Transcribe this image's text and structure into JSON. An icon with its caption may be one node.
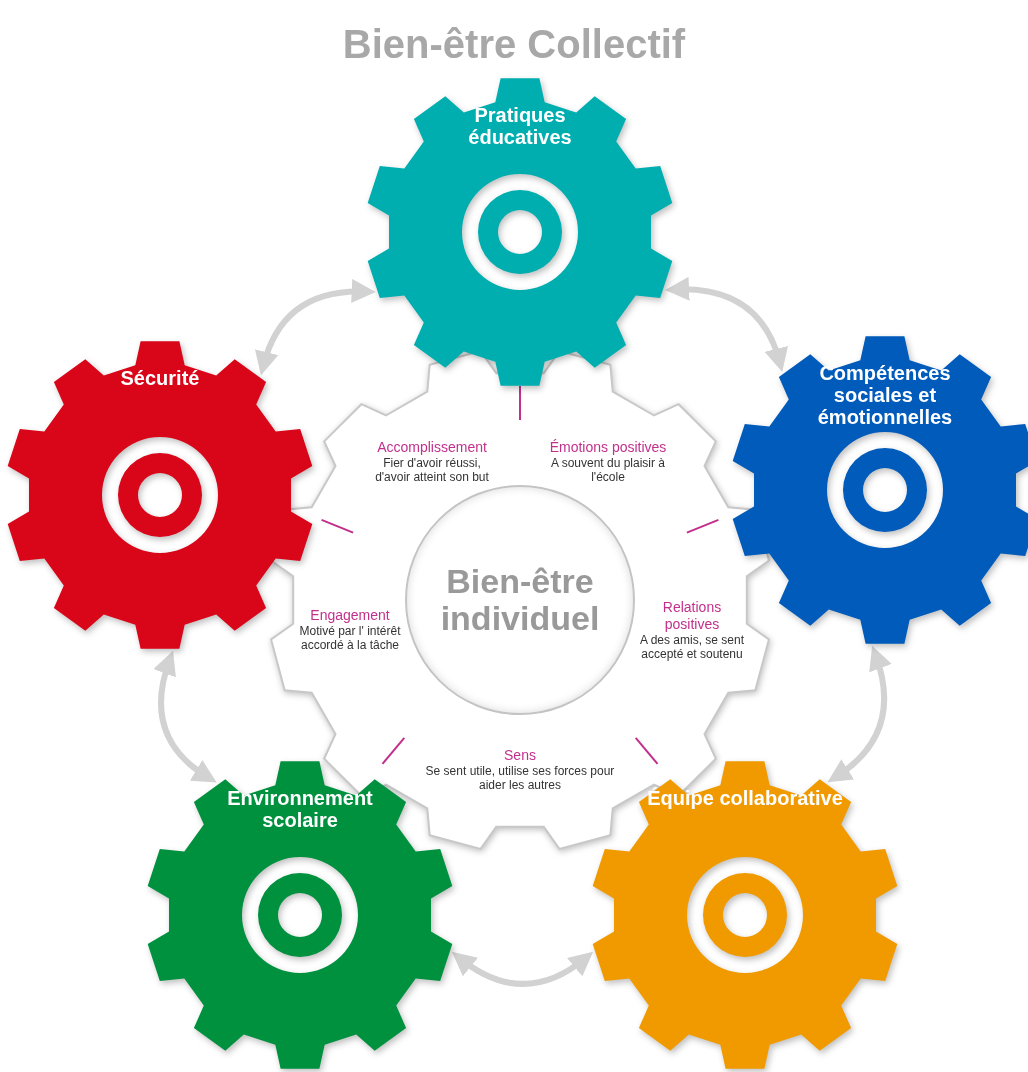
{
  "diagram": {
    "title": "Bien-être Collectif",
    "nodes": [
      {
        "text": [
          "Pratiques éducatives"
        ]
      },
      {
        "text": [
          "Sécurité"
        ]
      },
      {
        "text": [
          "Compétences sociales et émotionnelles"
        ]
      },
      {
        "text": [
          "Accomplissement",
          "Fier d'avoir réussi, d'avoir atteint son but",
          "Émotions positives",
          "A souvent du plaisir à l'école",
          "Relations positives",
          "A des amis, se sent accepté et soutenu",
          "Sens",
          "Se sent utile, utilise ses forces pour aider les autres",
          "Engagement",
          "Motivé par l' intérêt accordé à la tâche"
        ]
      },
      {
        "text": [
          "Bien-être individuel"
        ],
        "in": 3
      },
      {
        "text": [
          "Environnement scolaire"
        ]
      },
      {
        "text": [
          "Équipe collaborative"
        ]
      }
    ],
    "edges": [
      {
        "from": 1,
        "to": 0,
        "arrow": "both"
      },
      {
        "from": 0,
        "to": 2,
        "arrow": "both"
      },
      {
        "from": 5,
        "to": 1,
        "arrow": "both"
      },
      {
        "from": 2,
        "to": 6,
        "arrow": "both"
      },
      {
        "from": 6,
        "to": 5,
        "arrow": "both"
      }
    ]
  }
}
